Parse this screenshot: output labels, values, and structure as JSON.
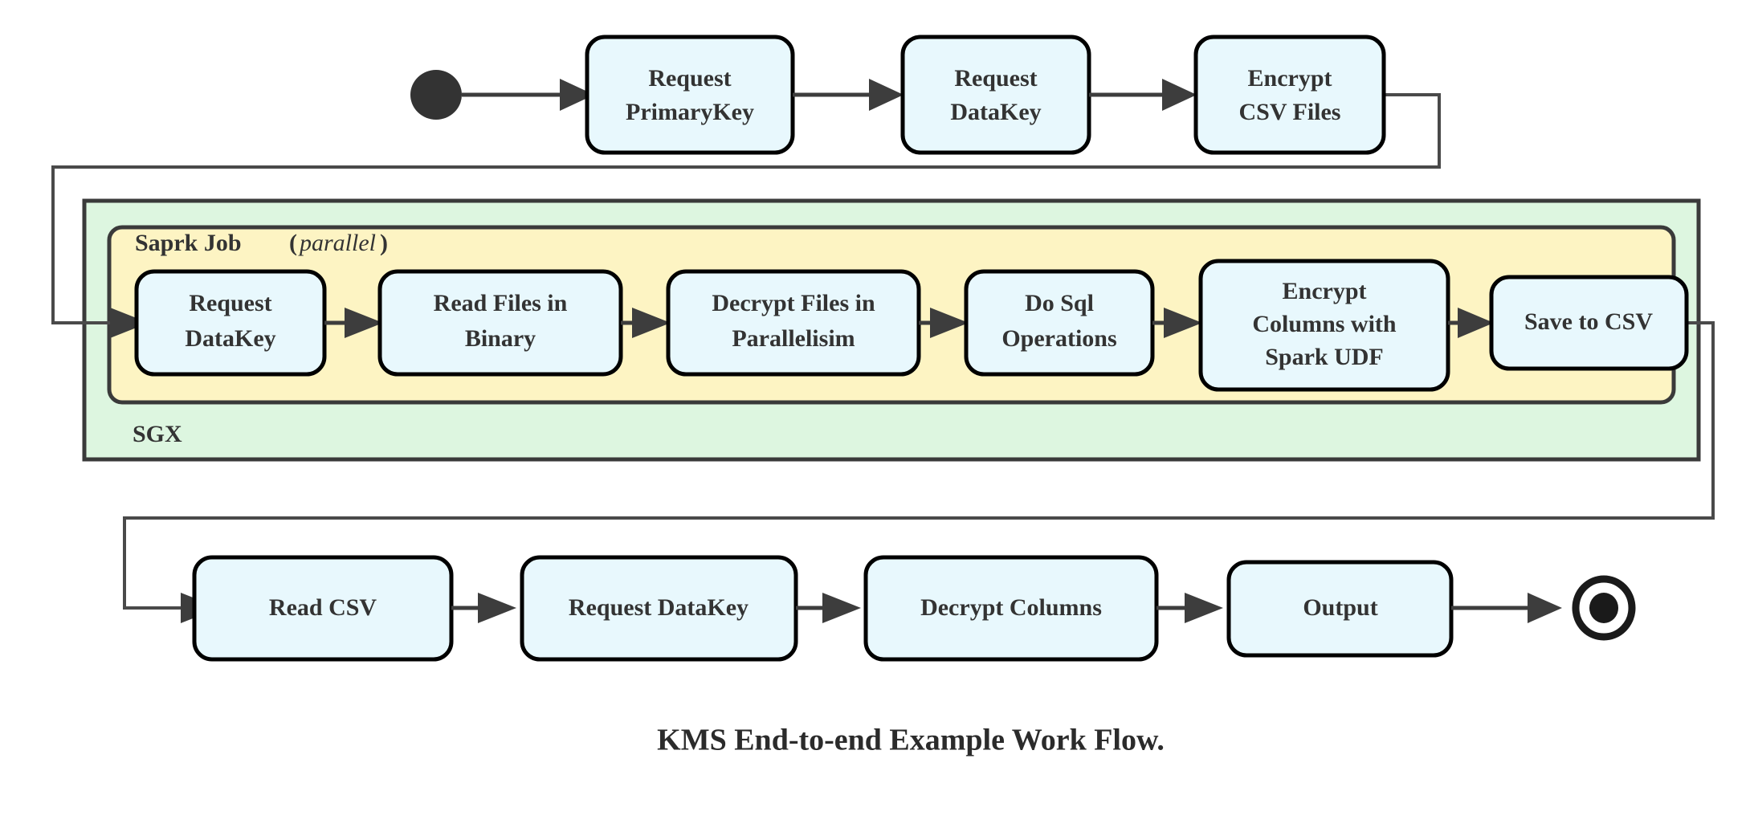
{
  "diagram": {
    "caption": "KMS End-to-end Example Work Flow.",
    "colors": {
      "node_fill": "#e8f8fd",
      "node_stroke": "#000000",
      "sgx_fill": "#ddf6e0",
      "spark_fill": "#fdf4c3",
      "edge": "#3d3d3d",
      "text": "#333333"
    },
    "start_marker": "filled-circle",
    "end_marker": "ringed-filled-circle",
    "containers": {
      "sgx": {
        "label": "SGX",
        "label_position": "bottom-left"
      },
      "spark": {
        "label": "Saprk Job",
        "modifier": "(parallel)",
        "modifier_open": "(",
        "modifier_word": "parallel",
        "modifier_close": ")",
        "label_position": "top-left"
      }
    },
    "rows": {
      "top": {
        "nodes": [
          {
            "id": "request-primarykey",
            "lines": [
              "Request",
              "PrimaryKey"
            ]
          },
          {
            "id": "request-datakey-top",
            "lines": [
              "Request",
              "DataKey"
            ]
          },
          {
            "id": "encrypt-csv-files",
            "lines": [
              "Encrypt",
              "CSV Files"
            ]
          }
        ]
      },
      "spark": {
        "nodes": [
          {
            "id": "request-datakey-spark",
            "lines": [
              "Request",
              "DataKey"
            ]
          },
          {
            "id": "read-files-in-binary",
            "lines": [
              "Read Files in",
              "Binary"
            ]
          },
          {
            "id": "decrypt-files-in-parallelisim",
            "lines": [
              "Decrypt Files in",
              "Parallelisim"
            ]
          },
          {
            "id": "do-sql-operations",
            "lines": [
              "Do Sql",
              "Operations"
            ]
          },
          {
            "id": "encrypt-columns-with-spark-udf",
            "lines": [
              "Encrypt",
              "Columns with",
              "Spark UDF"
            ]
          },
          {
            "id": "save-to-csv",
            "lines": [
              "Save to CSV"
            ]
          }
        ]
      },
      "bottom": {
        "nodes": [
          {
            "id": "read-csv",
            "lines": [
              "Read CSV"
            ]
          },
          {
            "id": "request-datakey-bottom",
            "lines": [
              "Request DataKey"
            ]
          },
          {
            "id": "decrypt-columns",
            "lines": [
              "Decrypt Columns"
            ]
          },
          {
            "id": "output",
            "lines": [
              "Output"
            ]
          }
        ]
      }
    }
  }
}
